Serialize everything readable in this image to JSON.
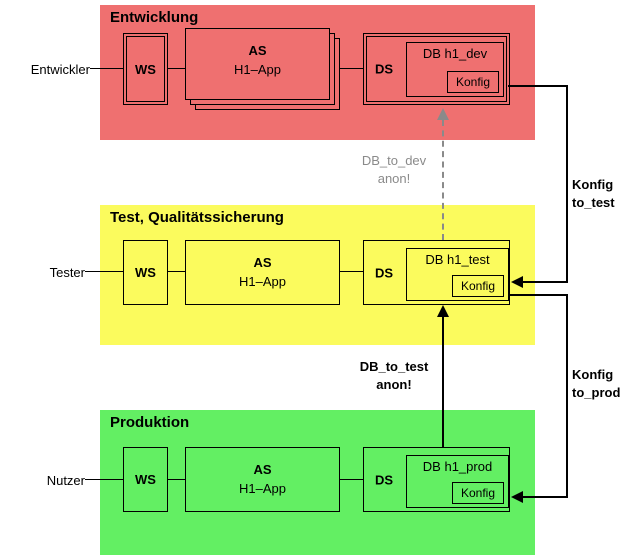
{
  "colors": {
    "dev": "#ef7070",
    "test": "#fbfb5d",
    "prod": "#63ef63",
    "dashed": "#8a8a8a"
  },
  "bands": {
    "dev": {
      "title": "Entwicklung",
      "actor": "Entwickler",
      "ws": "WS",
      "as_label": "AS",
      "as_sub": "H1–App",
      "ds": "DS",
      "db": "DB h1_dev",
      "konfig": "Konfig"
    },
    "test": {
      "title": "Test, Qualitätssicherung",
      "actor": "Tester",
      "ws": "WS",
      "as_label": "AS",
      "as_sub": "H1–App",
      "ds": "DS",
      "db": "DB h1_test",
      "konfig": "Konfig"
    },
    "prod": {
      "title": "Produktion",
      "actor": "Nutzer",
      "ws": "WS",
      "as_label": "AS",
      "as_sub": "H1–App",
      "ds": "DS",
      "db": "DB h1_prod",
      "konfig": "Konfig"
    }
  },
  "arrows": {
    "db_to_dev": {
      "label": "DB_to_dev",
      "note": "anon!"
    },
    "db_to_test": {
      "label": "DB_to_test",
      "note": "anon!"
    },
    "konfig_to_test": {
      "line1": "Konfig",
      "line2": "to_test"
    },
    "konfig_to_prod": {
      "line1": "Konfig",
      "line2": "to_prod"
    }
  }
}
